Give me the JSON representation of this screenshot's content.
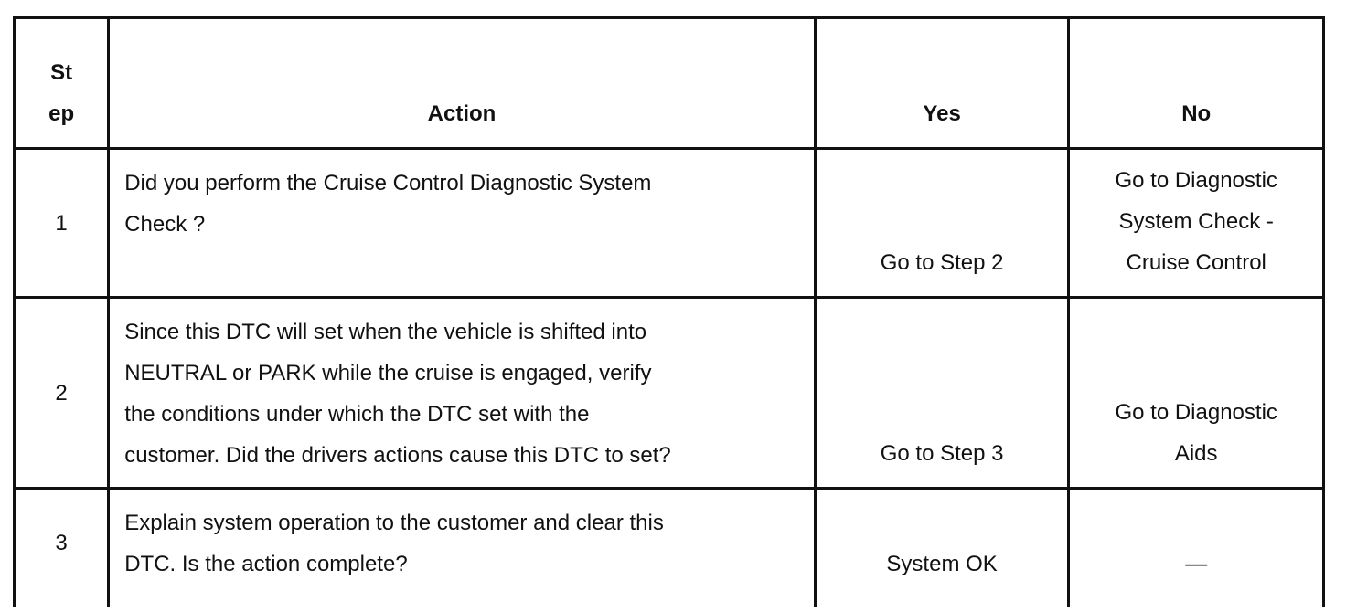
{
  "headers": {
    "step_line1": "St",
    "step_line2": "ep",
    "action": "Action",
    "yes": "Yes",
    "no": "No"
  },
  "rows": [
    {
      "step": "1",
      "action_lines": [
        "Did you perform the Cruise Control Diagnostic System",
        "Check ?"
      ],
      "yes": "Go to Step 2",
      "no_lines": [
        "Go to Diagnostic",
        "System Check -",
        "Cruise Control"
      ]
    },
    {
      "step": "2",
      "action_lines": [
        "Since this DTC will set when the vehicle is shifted into",
        "NEUTRAL or PARK while the cruise is engaged, verify",
        "the conditions under which the DTC set with the",
        "customer. Did the drivers actions cause this DTC to set?"
      ],
      "yes": "Go to Step 3",
      "no_lines": [
        "Go to Diagnostic",
        "Aids"
      ]
    },
    {
      "step": "3",
      "action_lines": [
        "Explain system operation to the customer and clear this",
        "DTC. Is the action complete?"
      ],
      "yes": "System OK",
      "no_lines": [
        "—"
      ]
    }
  ]
}
